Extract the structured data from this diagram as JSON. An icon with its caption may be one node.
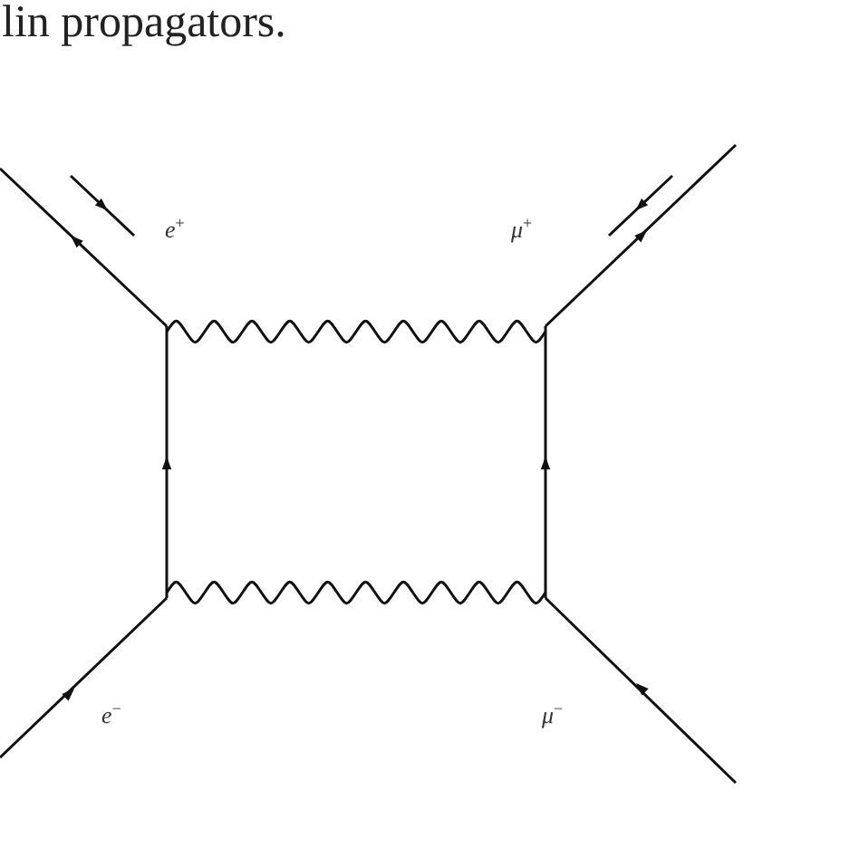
{
  "diagram": {
    "labels": [
      "lin propagators.",
      "*e*$^{+}$",
      "*μ*$^{+}$",
      "*e*$^{−}$",
      "*μ*$^{−}$"
    ]
  }
}
